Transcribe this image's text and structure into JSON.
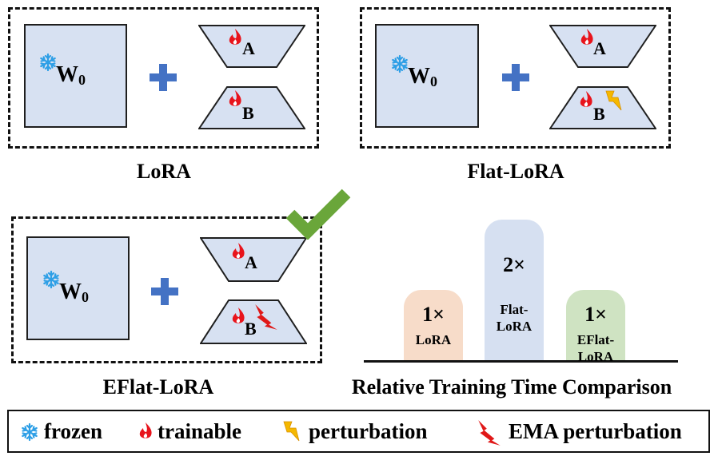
{
  "panels": {
    "lora": {
      "w0": "W",
      "w0_sub": "0",
      "upper": "A",
      "lower": "B",
      "caption": "LoRA"
    },
    "flat_lora": {
      "w0": "W",
      "w0_sub": "0",
      "upper": "A",
      "lower": "B",
      "caption": "Flat-LoRA"
    },
    "eflat_lora": {
      "w0": "W",
      "w0_sub": "0",
      "upper": "A",
      "lower": "B",
      "caption": "EFlat-LoRA"
    }
  },
  "chart_data": {
    "type": "bar",
    "title": "Relative Training Time Comparison",
    "categories": [
      "LoRA",
      "Flat-LoRA",
      "EFlat-LoRA"
    ],
    "category_lines": [
      [
        "LoRA"
      ],
      [
        "Flat-",
        "LoRA"
      ],
      [
        "EFlat-",
        "LoRA"
      ]
    ],
    "values": [
      1,
      2,
      1
    ],
    "value_labels": [
      "1×",
      "2×",
      "1×"
    ],
    "colors": [
      "#f7dcc9",
      "#d6e0f1",
      "#cfe3c2"
    ]
  },
  "legend": {
    "frozen": "frozen",
    "trainable": "trainable",
    "perturbation": "perturbation",
    "ema_perturbation": "EMA perturbation"
  },
  "icons": {
    "frozen": "snowflake-icon",
    "trainable": "flame-icon",
    "perturbation": "lightning-icon",
    "ema_perturbation": "red-lightning-icon",
    "best": "checkmark-icon"
  },
  "colors": {
    "matrix_fill": "#d7e1f2",
    "plus": "#4472c4",
    "snowflake": "#2e9fe6",
    "flame": "#e8141c",
    "lightning": "#f5b800",
    "ema_lightning": "#e01818",
    "check": "#6aa63a"
  }
}
